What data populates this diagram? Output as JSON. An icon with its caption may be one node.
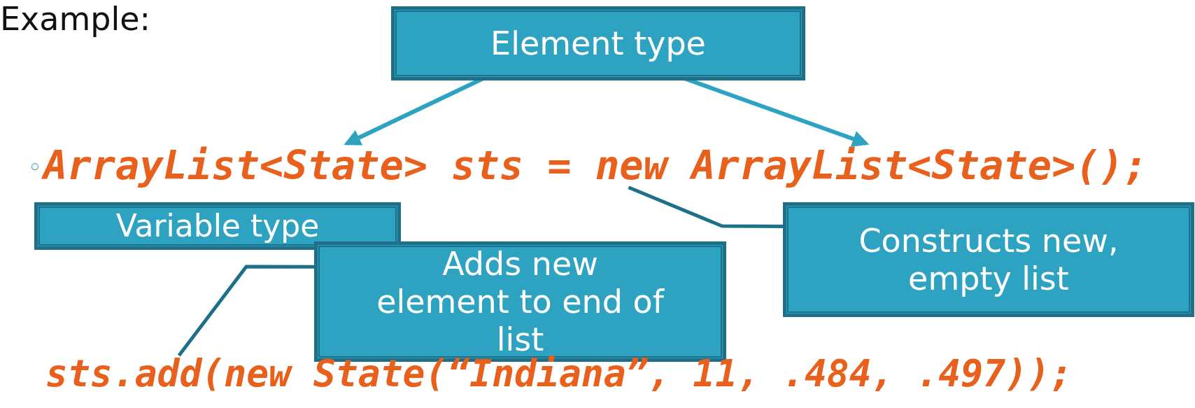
{
  "diagram": {
    "title": "Example:",
    "nodes": [
      {
        "text": [
          "Element type"
        ]
      },
      {
        "text": [
          "ArrayList<State>"
        ]
      },
      {
        "text": [
          "sts ="
        ]
      },
      {
        "text": [
          "new ArrayList<State>();"
        ]
      },
      {
        "text": [
          "Variable type"
        ]
      },
      {
        "text": [
          "Constructs new, empty list"
        ]
      },
      {
        "text": [
          "Adds new element to end of list"
        ]
      },
      {
        "text": [
          "sts.add(new State(“Indiana”, 11, .484, .497));"
        ]
      }
    ],
    "edges": [
      {
        "from": 0,
        "to": 1,
        "arrow": "to"
      },
      {
        "from": 0,
        "to": 3,
        "arrow": "to"
      },
      {
        "from": 5,
        "to": 3,
        "arrow": "none",
        "color": "#1d7088"
      },
      {
        "from": 6,
        "to": 7,
        "arrow": "none",
        "color": "#1d7088"
      }
    ],
    "labels": [
      "◦"
    ]
  }
}
